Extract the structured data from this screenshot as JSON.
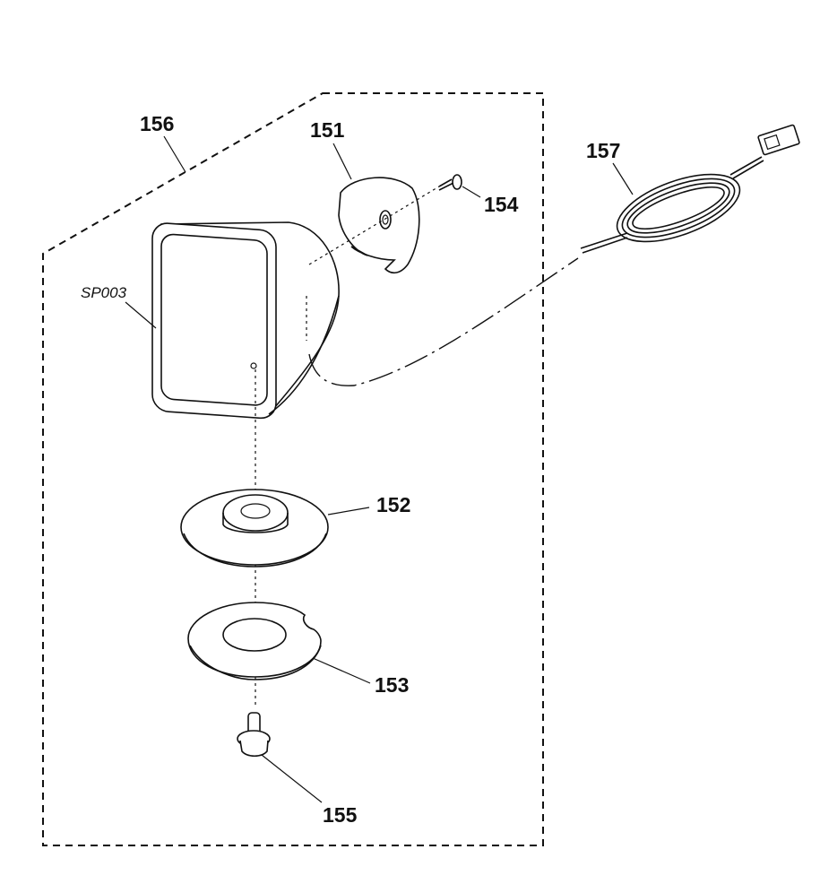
{
  "diagram": {
    "assembly_label": "156",
    "reference_label": "SP003",
    "parts": {
      "p151": "151",
      "p152": "152",
      "p153": "153",
      "p154": "154",
      "p155": "155",
      "p157": "157"
    }
  }
}
